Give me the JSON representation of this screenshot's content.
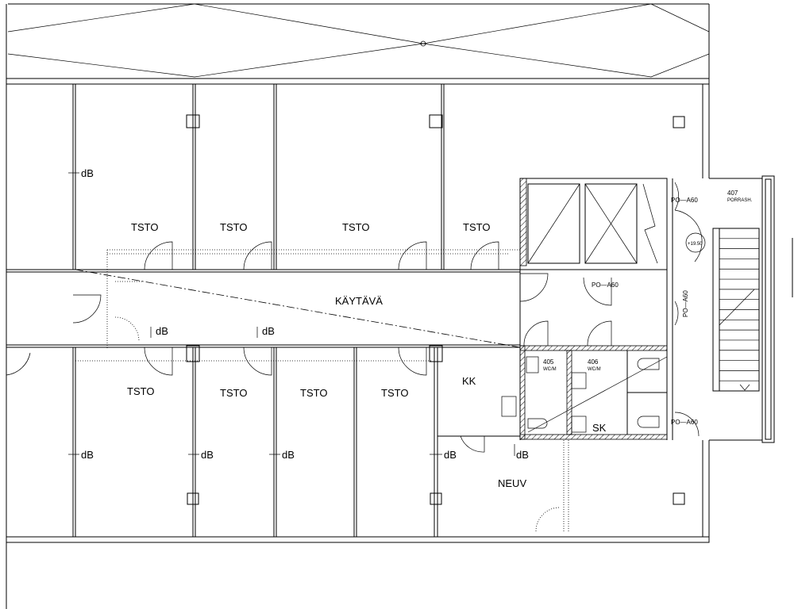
{
  "rooms": {
    "office": "TSTO",
    "corridor": "KÄYTÄVÄ",
    "kitchen": "KK",
    "meeting": "NEUV",
    "cleaning": "SK",
    "wc1_number": "405",
    "wc1_type": "WC/M",
    "wc2_number": "406",
    "wc2_type": "WC/M",
    "stair_number": "407",
    "stair_type": "PORRASH."
  },
  "annotations": {
    "acoustic": "dB",
    "fire_door": "PO—A60",
    "level": "+19.50"
  }
}
